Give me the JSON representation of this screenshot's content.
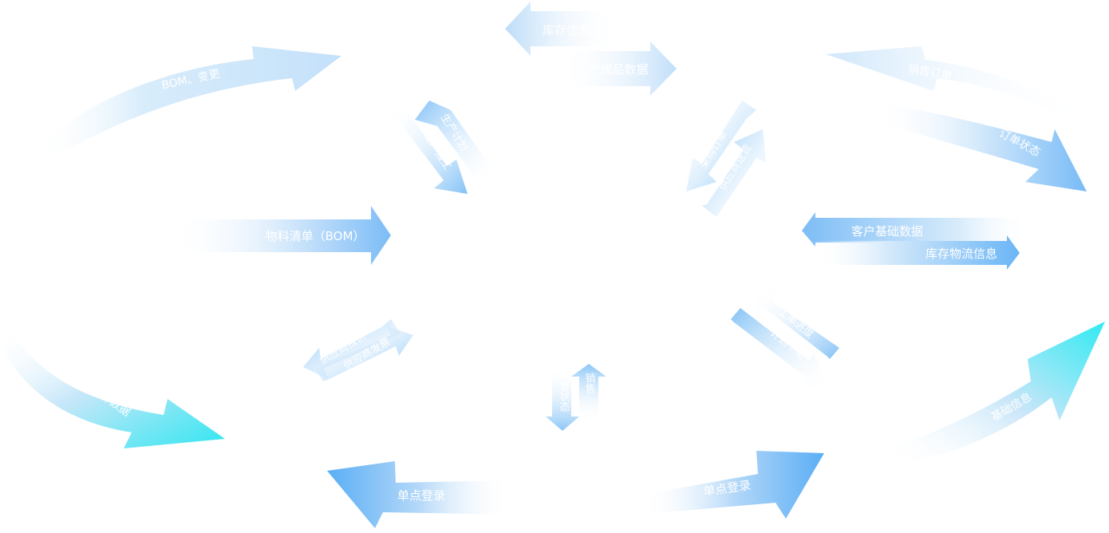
{
  "labels": {
    "bom_change": "BOM、变更",
    "bom_list": "物料清单（BOM）",
    "product_design_data": "产品设计数据",
    "inventory_info": "库存信息",
    "finished_goods_data": "产成品数据",
    "production_plan": "生产计划",
    "production_report": "生产报工",
    "purchase_order": "采购订单",
    "supplier_delivery": "供应商送货",
    "sales_order": "销售订单",
    "order_status": "订单状态",
    "customer_base_data": "客户基础数据",
    "inventory_logistics": "库存物流信息",
    "supplier_quote": "供应商报价",
    "supplier_invoice": "供应商发票",
    "work_order_progress": "工单进度",
    "plan_release": "计划下发",
    "sales_status": "销售状态",
    "sales": "销售",
    "base_info": "基础信息",
    "sso_left": "单点登录",
    "sso_right": "单点登录"
  },
  "colors": {
    "light_blue": "#d9ecfb",
    "mid_blue": "#8ec5f6",
    "strong_blue": "#5aaef5",
    "cyan": "#33e6f0"
  }
}
